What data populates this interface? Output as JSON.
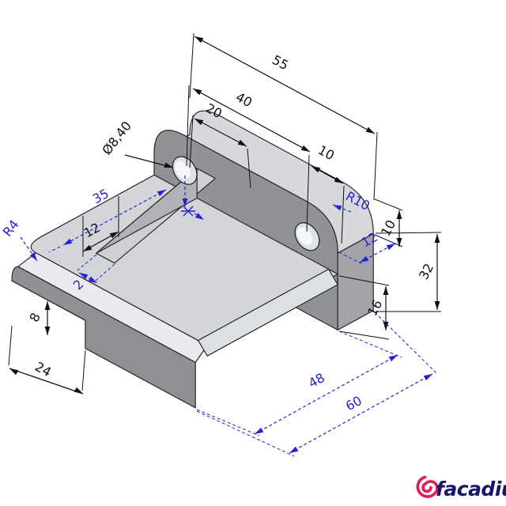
{
  "drawing": {
    "background": "#ffffff",
    "outline_color": "#26282c",
    "black_dim_color": "#101014",
    "blue_dim_color": "#2424d2",
    "face_colors": {
      "top_band": "#d6d8db",
      "upright_front": "#909296",
      "right_end": "#a2a4a8",
      "base_top": "#d3d5d9",
      "front_fillet": "#e9ebee",
      "right_fillet": "#dde0e3",
      "base_front": "#8e9094",
      "notch_ceiling": "#9fa1a5",
      "rib_top": "#ced0d4",
      "rib_left": "#b0b2b6",
      "hole_rim": "#dfe2e5",
      "hole_bore": "#f6f7f9"
    }
  },
  "dimensions": {
    "len55": {
      "text": "55",
      "color": "black"
    },
    "len40": {
      "text": "40",
      "color": "black"
    },
    "len20": {
      "text": "20",
      "color": "black"
    },
    "len10top": {
      "text": "10",
      "color": "black"
    },
    "hole_dia": {
      "text": "Ø8,40",
      "color": "black"
    },
    "depth35": {
      "text": "35",
      "color": "blue"
    },
    "rad10": {
      "text": "R10",
      "color": "blue"
    },
    "thk12": {
      "text": "12",
      "color": "blue"
    },
    "h10": {
      "text": "10",
      "color": "black"
    },
    "h32": {
      "text": "32",
      "color": "black"
    },
    "h16": {
      "text": "16",
      "color": "black"
    },
    "depth48": {
      "text": "48",
      "color": "blue"
    },
    "depth60": {
      "text": "60",
      "color": "blue"
    },
    "off12": {
      "text": "12",
      "color": "black"
    },
    "rib2": {
      "text": "2",
      "color": "blue"
    },
    "rad4": {
      "text": "R4",
      "color": "blue"
    },
    "notch8": {
      "text": "8",
      "color": "black"
    },
    "notch24": {
      "text": "24",
      "color": "black"
    }
  },
  "logo": {
    "brand": "facadium",
    "swirl_color": "#e51a54",
    "text_color": "#15156b"
  }
}
